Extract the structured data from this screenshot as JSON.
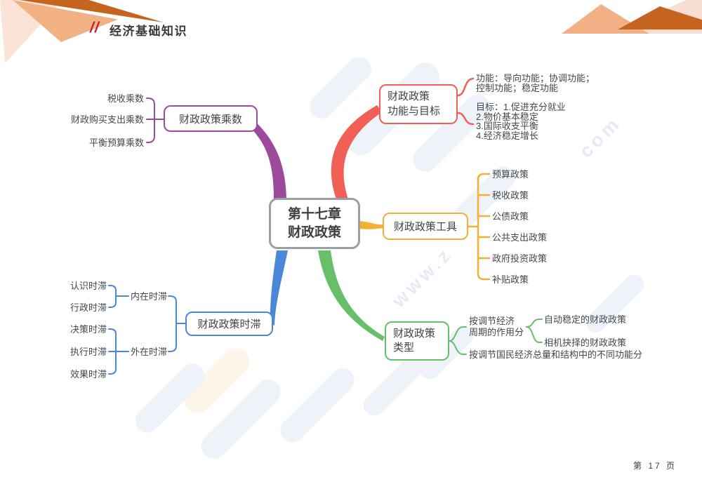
{
  "header": {
    "slashes": "//",
    "title": "经济基础知识"
  },
  "footer": {
    "page_number": "第 17 页"
  },
  "watermark": {
    "fragment1": "www.z",
    "fragment2": "com"
  },
  "colors": {
    "accent_red": "#c01f2f",
    "branch_multiplier": "#9c4b9c",
    "branch_functions": "#f16056",
    "branch_tools": "#f2b135",
    "branch_lags": "#4a87d9",
    "branch_types": "#67bf6a",
    "center_border": "#9aa0a8",
    "decor_dark_orange": "#c4641f",
    "decor_light_orange": "#f2b185",
    "decor_pale": "#fbe3d7"
  },
  "mindmap": {
    "center": {
      "line1": "第十七章",
      "line2": "财政政策"
    },
    "multiplier": {
      "label": "财政政策乘数",
      "children": [
        "税收乘数",
        "财政购买支出乘数",
        "平衡预算乘数"
      ]
    },
    "functions": {
      "label_line1": "财政政策",
      "label_line2": "功能与目标",
      "func_lines": [
        "功能：导向功能；协调功能；",
        "控制功能；稳定功能"
      ],
      "goal_lines": [
        "目标：1.促进充分就业",
        "2.物价基本稳定",
        "3.国际收支平衡",
        "4.经济稳定增长"
      ]
    },
    "tools": {
      "label": "财政政策工具",
      "children": [
        "预算政策",
        "税收政策",
        "公债政策",
        "公共支出政策",
        "政府投资政策",
        "补贴政策"
      ]
    },
    "lags": {
      "label": "财政政策时滞",
      "internal": {
        "label": "内在时滞",
        "children": [
          "认识时滞",
          "行政时滞"
        ]
      },
      "external": {
        "label": "外在时滞",
        "children": [
          "决策时滞",
          "执行时滞",
          "效果时滞"
        ]
      }
    },
    "types": {
      "label_line1": "财政政策",
      "label_line2": "类型",
      "by_cycle": {
        "line1": "按调节经济",
        "line2": "周期的作用分",
        "children": [
          "自动稳定的财政政策",
          "相机抉择的财政政策"
        ]
      },
      "by_function": "按调节国民经济总量和结构中的不同功能分"
    }
  }
}
